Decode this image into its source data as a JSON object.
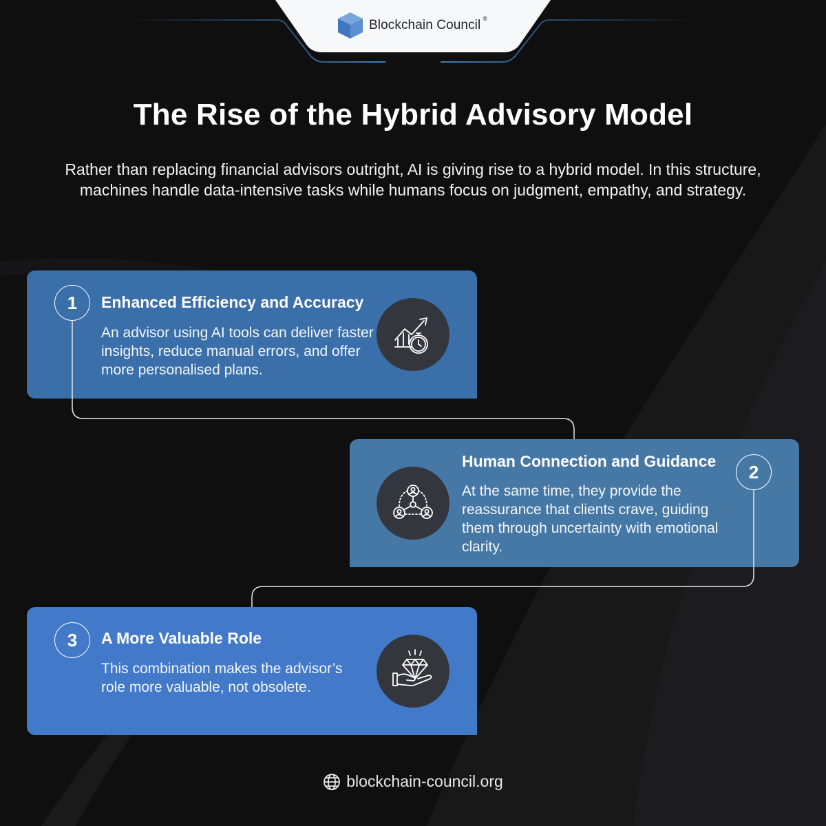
{
  "header": {
    "brand_name": "Blockchain Council",
    "registered_mark": "®",
    "logo_icon": "cube-icon"
  },
  "title": "The Rise of the Hybrid Advisory Model",
  "intro": "Rather than replacing financial advisors outright, AI is giving rise to a hybrid model. In this structure, machines handle data-intensive tasks while humans focus on judgment, empathy, and strategy.",
  "cards": [
    {
      "number": "1",
      "title": "Enhanced Efficiency and Accuracy",
      "body": "An advisor using AI tools can deliver faster insights, reduce manual errors, and offer more personalised plans.",
      "icon": "growth-chart-stopwatch-icon",
      "color": "#3a6faa"
    },
    {
      "number": "2",
      "title": "Human Connection and Guidance",
      "body": "At the same time, they provide the reassurance that clients crave, guiding them through uncertainty with emotional clarity.",
      "icon": "people-network-icon",
      "color": "#4678a6"
    },
    {
      "number": "3",
      "title": "A More Valuable Role",
      "body": "This combination makes the advisor’s role more valuable, not obsolete.",
      "icon": "diamond-hand-icon",
      "color": "#4279c9"
    }
  ],
  "footer": {
    "website": "blockchain-council.org",
    "icon": "globe-icon"
  },
  "colors": {
    "background": "#0f0f10",
    "header_tab": "#f7f8fa",
    "header_accent_line": "#3c7fb8",
    "icon_circle": "#33363c",
    "logo_cube": "#4a83c8"
  }
}
